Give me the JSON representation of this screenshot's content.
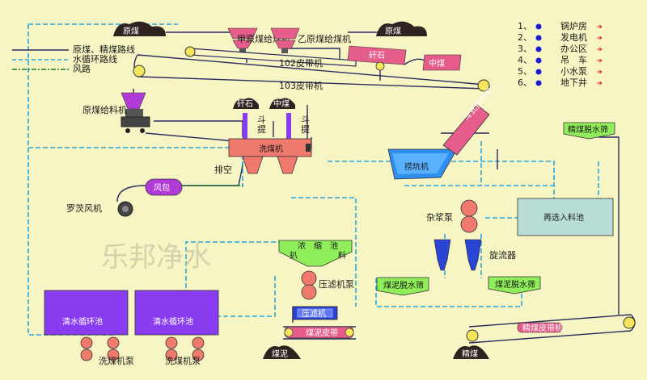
{
  "legend": {
    "lines": [
      {
        "label": "原煤、精煤路线",
        "color": "#2b2b60"
      },
      {
        "label": "水循环路线",
        "color": "#2aa7e0"
      },
      {
        "label": "风路",
        "color": "#1d7a2a"
      }
    ],
    "items": [
      {
        "num": "1、",
        "label": "锅炉房"
      },
      {
        "num": "2、",
        "label": "发电机"
      },
      {
        "num": "3、",
        "label": "办公区"
      },
      {
        "num": "4、",
        "label": "吊　车"
      },
      {
        "num": "5、",
        "label": "小水泵"
      },
      {
        "num": "6、",
        "label": "地下井"
      }
    ],
    "dot_color": "#1b1bd6"
  },
  "labels": {
    "raw_coal_left": "原煤",
    "raw_coal_right": "原煤",
    "feeder_jia": "甲原煤给煤机",
    "feeder_yi": "乙原煤给煤机",
    "belt_102": "102皮带机",
    "belt_103": "103皮带机",
    "block_a": "矸石",
    "block_b": "中煤",
    "raw_feeder": "原煤给料机",
    "gangue": "矸石",
    "middlings": "中煤",
    "lift_left": "斗\n提",
    "lift_right": "斗\n提",
    "washer": "洗煤机",
    "exhaust": "排空",
    "air_bag": "风包",
    "roots_blower": "罗茨风机",
    "fishing_tank": "捞坑机",
    "elevator": "斗式提升机",
    "clean_screen": "精煤脱水筛",
    "slurry_pump": "杂浆泵",
    "feed_tank": "再选入料池",
    "cyclone": "旋流器",
    "thickener": "浓　缩　池",
    "thickener_sub": "扒　　　　　料",
    "press_pump": "压滤机泵",
    "slime_screen_1": "煤泥脱水筛",
    "slime_screen_2": "煤泥脱水筛",
    "filter_press": "压滤机",
    "slime_belt": "煤泥皮带",
    "slime_pile": "煤泥",
    "clean_pile": "精煤",
    "clean_belt": "精煤皮带机",
    "pool_1": "清水循环池",
    "pool_2": "清水循环池",
    "pump_1": "洗煤机泵",
    "pump_2": "洗煤机泵",
    "watermark": "乐邦净水"
  },
  "colors": {
    "background": "#f8f5c4",
    "purple": "#8a3cf0",
    "pink": "#e65c8b",
    "salmon": "#f07a6e",
    "green": "#8fee5a",
    "teal": "#b8dcd6",
    "pile": "#2e2320"
  }
}
